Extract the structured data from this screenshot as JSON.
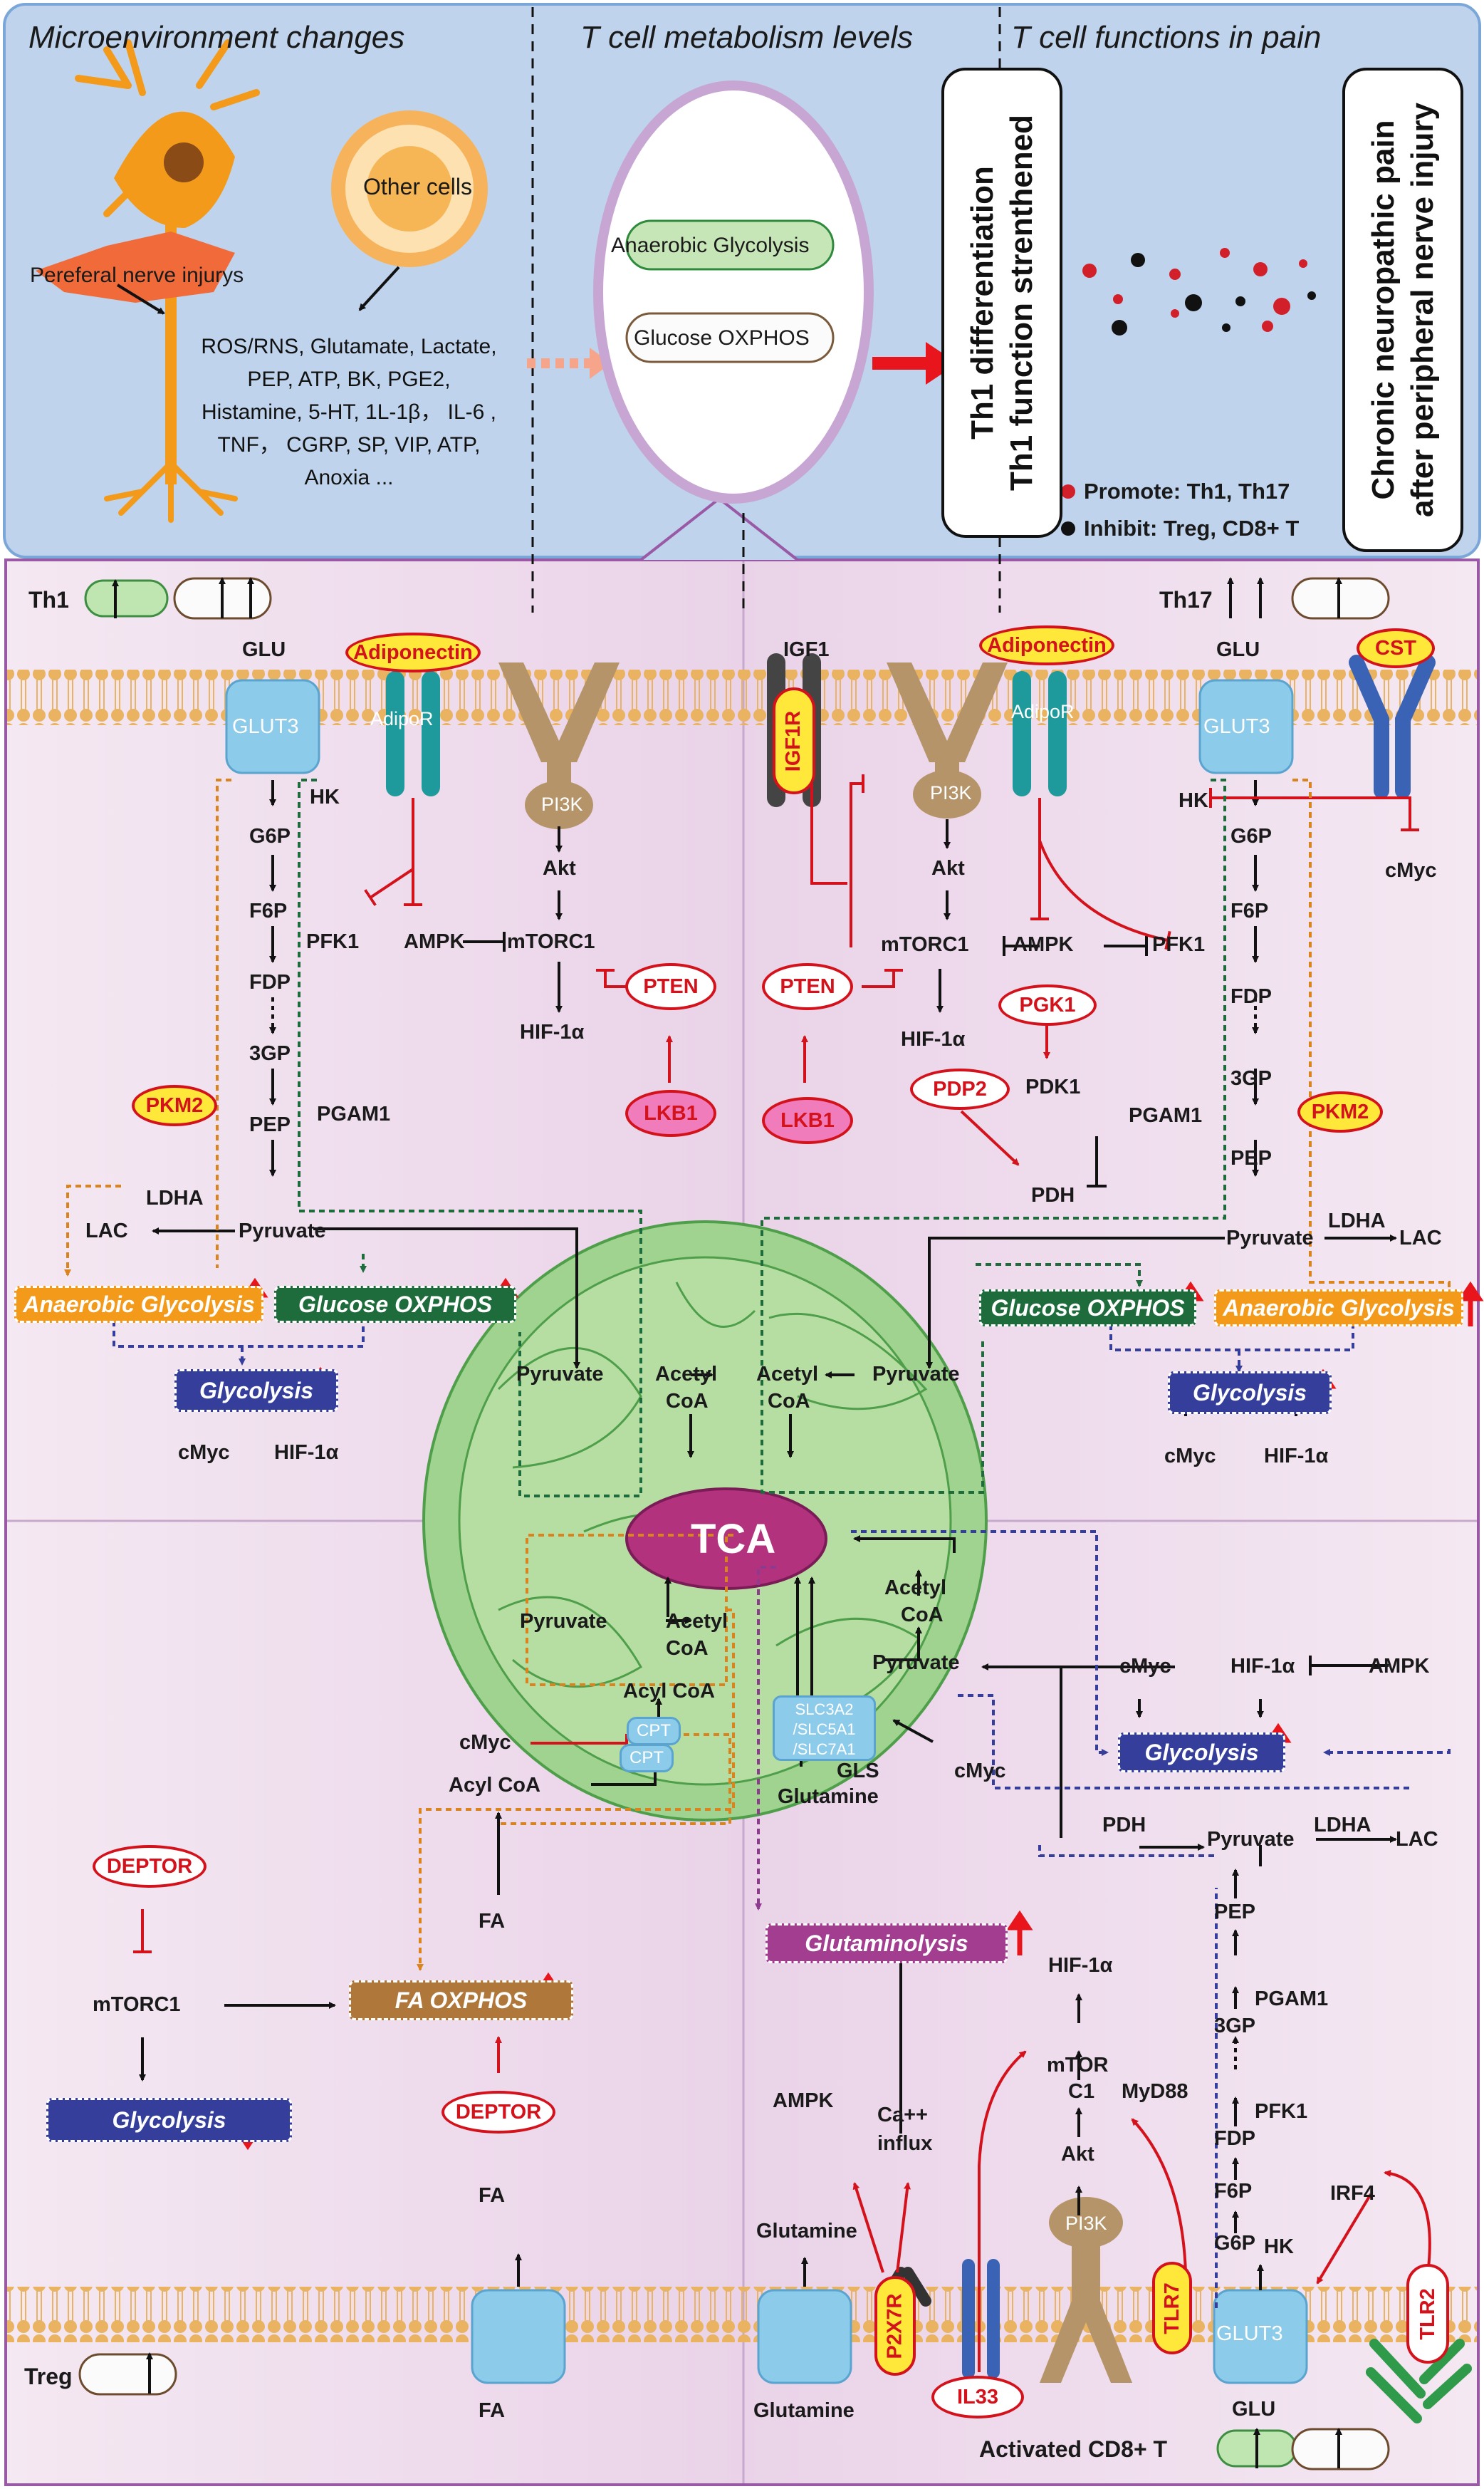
{
  "header": {
    "section_micro": "Microenvironment changes",
    "section_metab": "T cell metabolism levels",
    "section_func": "T cell functions in pain",
    "nerve_label": "Pereferal nerve injurys",
    "other_cells": "Other cells",
    "mediators": [
      "ROS/RNS, Glutamate, Lactate,",
      "PEP, ATP, BK, PGE2,",
      "Histamine, 5-HT, 1L-1β， IL-6 ,",
      "TNF， CGRP, SP, VIP, ATP,",
      "Anoxia ..."
    ],
    "anaerobic": "Anaerobic Glycolysis",
    "glucose_oxphos": "Glucose OXPHOS",
    "th1_box": [
      "Th1 differentiation",
      "Th1 function strenthened"
    ],
    "pain_box": [
      "Chronic neuropathic pain",
      "after peripheral nerve injury"
    ],
    "legend_promote": "Promote: Th1, Th17",
    "legend_inhibit": "Inhibit: Treg, CD8+ T"
  },
  "th1": {
    "tag": "Th1",
    "glu": "GLU",
    "glut": "GLUT3",
    "adiponectin": "Adiponectin",
    "adipor": "AdipoR",
    "pi3k": "PI3K",
    "hk": "HK",
    "g6p": "G6P",
    "f6p": "F6P",
    "fdp": "FDP",
    "gp3": "3GP",
    "pep": "PEP",
    "pgam1": "PGAM1",
    "pkm2": "PKM2",
    "ldha": "LDHA",
    "lac": "LAC",
    "pyruvate": "Pyruvate",
    "pfk1": "PFK1",
    "ampk": "AMPK",
    "mtorc1": "mTORC1",
    "akt": "Akt",
    "hif": "HIF-1α",
    "pten": "PTEN",
    "lkb1": "LKB1",
    "anaerobic": "Anaerobic Glycolysis",
    "glucose_oxphos": "Glucose OXPHOS",
    "glycolysis": "Glycolysis",
    "cmyc": "cMyc",
    "hif2": "HIF-1α"
  },
  "th17": {
    "tag": "Th17",
    "igf1": "IGF1",
    "igf1r": "IGF1R",
    "pi3k": "PI3K",
    "akt": "Akt",
    "mtorc1": "mTORC1",
    "hif": "HIF-1α",
    "pten": "PTEN",
    "lkb1": "LKB1",
    "adiponectin": "Adiponectin",
    "adipor": "AdipoR",
    "ampk": "AMPK",
    "pfk1": "PFK1",
    "pgk1": "PGK1",
    "pdk1": "PDK1",
    "pdp2": "PDP2",
    "pdh": "PDH",
    "glu": "GLU",
    "glut": "GLUT3",
    "cst": "CST",
    "cmyc": "cMyc",
    "hk": "HK",
    "g6p": "G6P",
    "f6p": "F6P",
    "fdp": "FDP",
    "gp3": "3GP",
    "pep": "PEP",
    "pgam1": "PGAM1",
    "pkm2": "PKM2",
    "pyruvate": "Pyruvate",
    "ldha": "LDHA",
    "lac": "LAC",
    "glucose_oxphos": "Glucose OXPHOS",
    "anaerobic": "Anaerobic Glycolysis",
    "glycolysis": "Glycolysis",
    "cmyc2": "cMyc",
    "hif2": "HIF-1α"
  },
  "mito": {
    "tca": "TCA",
    "pyruvate": "Pyruvate",
    "acetyl": "Acetyl",
    "coa": "CoA",
    "acyl_coa": "Acyl CoA",
    "cpt": "CPT",
    "slc": [
      "SLC3A2",
      "/SLC5A1",
      "/SLC7A1"
    ],
    "gls": "GLS",
    "glutamine": "Glutamine",
    "cmyc": "cMyc"
  },
  "treg": {
    "tag": "Treg",
    "deptor": "DEPTOR",
    "mtorc1": "mTORC1",
    "glycolysis": "Glycolysis",
    "fa_oxphos": "FA OXPHOS",
    "deptor2": "DEPTOR",
    "fa": "FA",
    "fa_top": "FA",
    "fa_bottom": "FA",
    "cmyc": "cMyc",
    "acyl_coa": "Acyl CoA"
  },
  "cd8": {
    "tag": "Activated CD8+ T",
    "glutaminolysis": "Glutaminolysis",
    "ampk": "AMPK",
    "ca": "Ca++",
    "influx": "influx",
    "glutamine_in": "Glutamine",
    "glutamine_out": "Glutamine",
    "p2x7r": "P2X7R",
    "il33": "IL33",
    "pi3k": "PI3K",
    "akt": "Akt",
    "mtor": "mTOR",
    "c1": "C1",
    "hif": "HIF-1α",
    "myd88": "MyD88",
    "tlr7": "TLR7",
    "tlr2": "TLR2",
    "irf4": "IRF4",
    "glut": "GLUT3",
    "glu": "GLU",
    "hk": "HK",
    "g6p": "G6P",
    "f6p": "F6P",
    "pfk1": "PFK1",
    "fdp": "FDP",
    "gp3": "3GP",
    "pgam1": "PGAM1",
    "pep": "PEP",
    "pyruvate": "Pyruvate",
    "pdh": "PDH",
    "ldha": "LDHA",
    "lac": "LAC",
    "glycolysis": "Glycolysis",
    "cmyc": "cMyc",
    "hif2": "HIF-1α",
    "ampk2": "AMPK"
  },
  "colors": {
    "header_bg": "#bfd4ec",
    "body_bg": "#f1e1ef",
    "membrane": "#e9b361",
    "mito": "#9fd38f",
    "tca": "#b2327e",
    "glycolysis": "#353e9a",
    "oxphos": "#1e6b3c",
    "anaerobic": "#f39a1b",
    "fa_oxphos": "#b0773a",
    "glutaminolysis": "#a23d8f",
    "red": "#d4121c",
    "glut": "#8ccbea",
    "pi3k": "#b5946a",
    "adipor": "#1f9a9c"
  }
}
